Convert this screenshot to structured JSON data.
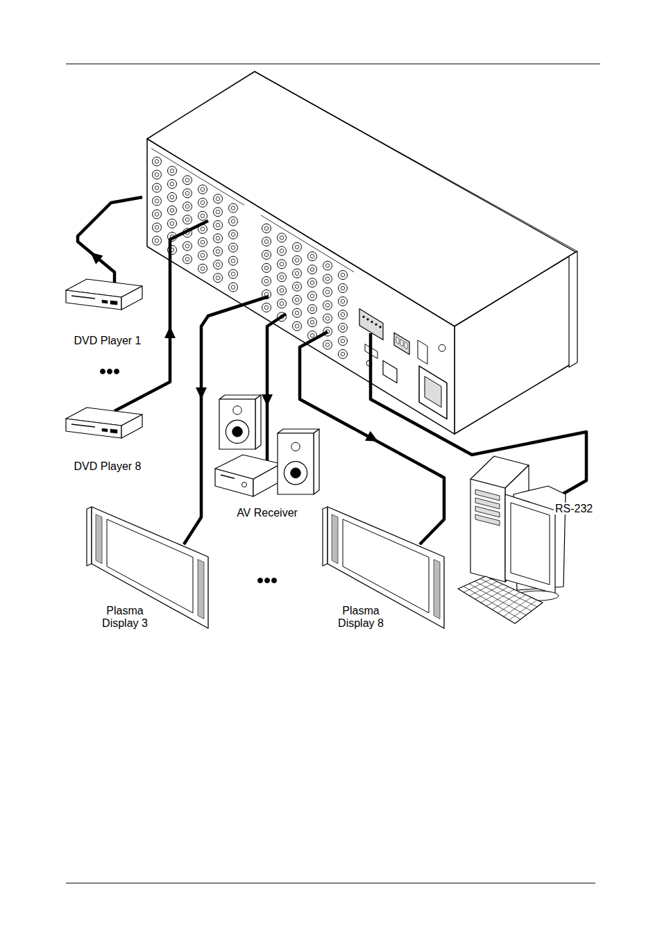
{
  "diagram": {
    "nodes": [
      {
        "text": [
          "DVD Player 1"
        ]
      },
      {
        "text": [
          "DVD Player 8"
        ]
      },
      {
        "text": [
          "AV Receiver"
        ]
      },
      {
        "text": [
          "Plasma Display 3"
        ]
      },
      {
        "text": [
          "Plasma Display 8"
        ]
      }
    ],
    "labels": [
      "RS-232"
    ]
  }
}
